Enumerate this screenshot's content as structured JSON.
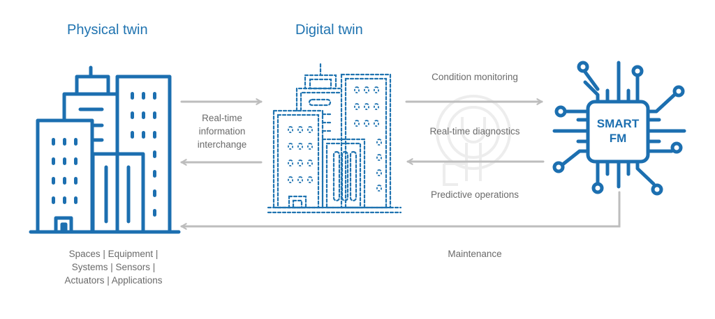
{
  "titles": {
    "physical": "Physical twin",
    "digital": "Digital twin"
  },
  "labels": {
    "interchange": [
      "Real-time",
      "information",
      "interchange"
    ],
    "condition_monitoring": "Condition monitoring",
    "realtime_diagnostics": "Real-time diagnostics",
    "predictive_operations": "Predictive operations",
    "maintenance": "Maintenance",
    "physical_components": [
      "Spaces | Equipment |",
      "Systems | Sensors |",
      "Actuators | Applications"
    ]
  },
  "chip": {
    "line1": "SMART",
    "line2": "FM"
  },
  "icons": {
    "physical": "building-icon",
    "digital": "dashed-building-icon",
    "background": "gear-wrench-icon",
    "chip": "circuit-chip-icon"
  },
  "colors": {
    "brand_blue": "#1c6fb0",
    "title_blue": "#1f73b0",
    "arrow_gray": "#bdbdbd",
    "text_gray": "#6a6a6a",
    "watermark": "#ececec"
  }
}
